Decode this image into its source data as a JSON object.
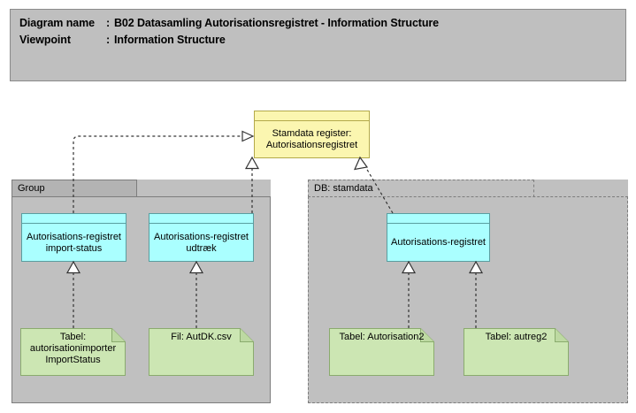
{
  "header": {
    "line1": {
      "label": "Diagram name",
      "sep": ":",
      "value": "B02 Datasamling Autorisationsregistret - Information Structure"
    },
    "line2": {
      "label": "Viewpoint",
      "sep": ":",
      "value": "Information Structure"
    }
  },
  "colors": {
    "canvas_background": "#ffffff",
    "header_fill": "#bfbfbf",
    "header_border": "#8a8a8a",
    "group_fill": "#c0c0c0",
    "group_tab_fill": "#b3b3b3",
    "group_border": "#7d7d7d",
    "business_object_fill": "#fbf6b0",
    "business_object_border": "#b3a94a",
    "data_object_fill": "#aaffff",
    "data_object_border": "#5a9ea0",
    "artifact_fill": "#cce6b3",
    "artifact_border": "#8aab6e",
    "connector": "#333333"
  },
  "nodes": {
    "business_object": {
      "name": "stamdata-register-autorisationsregistret",
      "label": "Stamdata register: Autorisationsregistret",
      "type": "business-object"
    },
    "group_left": {
      "name": "group",
      "label": "Group",
      "border_style": "solid"
    },
    "group_right": {
      "name": "db-stamdata",
      "label": "DB: stamdata",
      "border_style": "dashed"
    },
    "data_objects": [
      {
        "name": "autorisationsregistret-import-status",
        "label": "Autorisations-registret import-status"
      },
      {
        "name": "autorisationsregistret-udtraek",
        "label": "Autorisations-registret udtræk"
      },
      {
        "name": "autorisationsregistret",
        "label": "Autorisations-registret"
      }
    ],
    "artifacts": [
      {
        "name": "tabel-autorisationimporter-importstatus",
        "label": "Tabel: autorisationimporter ImportStatus"
      },
      {
        "name": "fil-autdk-csv",
        "label": "Fil: AutDK.csv"
      },
      {
        "name": "tabel-autorisation2",
        "label": "Tabel: Autorisation2"
      },
      {
        "name": "tabel-autreg2",
        "label": "Tabel: autreg2"
      }
    ]
  },
  "connectors": [
    {
      "name": "import-status-to-business-object",
      "style": "dotted",
      "arrow": "open-arrow",
      "from": "autorisationsregistret-import-status",
      "to": "stamdata-register-autorisationsregistret"
    },
    {
      "name": "udtraek-realizes-business-object",
      "style": "dotted",
      "arrow": "hollow-triangle",
      "from": "autorisationsregistret-udtraek",
      "to": "stamdata-register-autorisationsregistret"
    },
    {
      "name": "autorisationsregistret-to-business-object",
      "style": "dotted",
      "arrow": "open-arrow",
      "from": "autorisationsregistret",
      "to": "stamdata-register-autorisationsregistret"
    },
    {
      "name": "tabel-importstatus-realizes-import-status",
      "style": "dotted",
      "arrow": "hollow-triangle",
      "from": "tabel-autorisationimporter-importstatus",
      "to": "autorisationsregistret-import-status"
    },
    {
      "name": "fil-autdk-realizes-udtraek",
      "style": "dotted",
      "arrow": "hollow-triangle",
      "from": "fil-autdk-csv",
      "to": "autorisationsregistret-udtraek"
    },
    {
      "name": "tabel-autorisation2-realizes-autorisationsregistret",
      "style": "dotted",
      "arrow": "hollow-triangle",
      "from": "tabel-autorisation2",
      "to": "autorisationsregistret"
    },
    {
      "name": "tabel-autreg2-realizes-autorisationsregistret",
      "style": "dotted",
      "arrow": "hollow-triangle",
      "from": "tabel-autreg2",
      "to": "autorisationsregistret"
    }
  ]
}
